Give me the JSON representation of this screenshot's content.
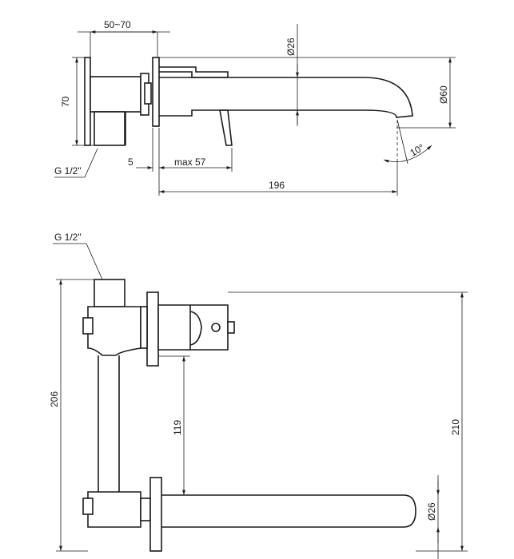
{
  "side_view": {
    "dim_depth_range": "50~70",
    "dim_height": "70",
    "dim_spout_dia": "Ø26",
    "dim_outlet_height": "Ø60",
    "dim_plate": "5",
    "dim_max": "max 57",
    "dim_length": "196",
    "dim_angle": "10°",
    "label_thread": "G 1/2\""
  },
  "front_view": {
    "label_thread": "G 1/2\"",
    "dim_total_height": "206",
    "dim_center": "119",
    "dim_outer_height": "210",
    "dim_spout_dia": "Ø26"
  }
}
